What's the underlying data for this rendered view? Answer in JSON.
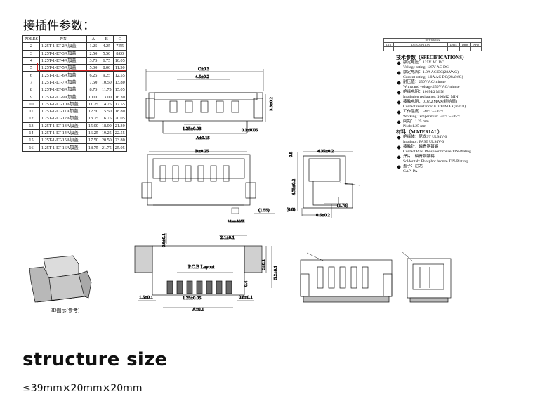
{
  "header": {
    "params_title": "接插件参数："
  },
  "table": {
    "headers": [
      "POLES",
      "P/N",
      "A",
      "B",
      "C"
    ],
    "rows": [
      [
        "2",
        "1.25T-1-LT-2A加盖",
        "1.25",
        "4.25",
        "7.55"
      ],
      [
        "3",
        "1.25T-1-LT-3A加盖",
        "2.50",
        "5.50",
        "8.80"
      ],
      [
        "4",
        "1.25T-1-LT-4A加盖",
        "3.75",
        "6.75",
        "10.05"
      ],
      [
        "5",
        "1.25T-1-LT-5A加盖",
        "5.00",
        "8.00",
        "11.30"
      ],
      [
        "6",
        "1.25T-1-LT-6A加盖",
        "6.25",
        "9.25",
        "12.55"
      ],
      [
        "7",
        "1.25T-1-LT-7A加盖",
        "7.50",
        "10.50",
        "13.80"
      ],
      [
        "8",
        "1.25T-1-LT-8A加盖",
        "8.75",
        "11.75",
        "15.05"
      ],
      [
        "9",
        "1.25T-1-LT-9A加盖",
        "10.00",
        "13.00",
        "16.30"
      ],
      [
        "10",
        "1.25T-1-LT-10A加盖",
        "11.25",
        "14.25",
        "17.55"
      ],
      [
        "11",
        "1.25T-1-LT-11A加盖",
        "12.50",
        "15.50",
        "18.80"
      ],
      [
        "12",
        "1.25T-1-LT-12A加盖",
        "13.75",
        "16.75",
        "20.05"
      ],
      [
        "13",
        "1.25T-1-LT-13A加盖",
        "15.00",
        "18.00",
        "21.30"
      ],
      [
        "14",
        "1.25T-1-LT-14A加盖",
        "16.25",
        "19.25",
        "22.55"
      ],
      [
        "15",
        "1.25T-1-LT-15A加盖",
        "17.50",
        "20.50",
        "23.80"
      ],
      [
        "16",
        "1.25T-1-LT-16A加盖",
        "18.75",
        "21.75",
        "25.05"
      ]
    ],
    "highlight_row": 3
  },
  "revisions": {
    "title": "REVISIONS",
    "cols": [
      "LTR",
      "DESCRIPTION",
      "DATE",
      "DRW",
      "APD"
    ]
  },
  "specs": {
    "title": "技术参数（SPECIFICATIONS）",
    "items": [
      {
        "cn": "额定电压：125V AC DC",
        "en": "Voltage rating: 125V AC DC"
      },
      {
        "cn": "额定电流：1.0A AC DC(28AWG)",
        "en": "Current rating: 1.0A AC DC(28AWG)"
      },
      {
        "cn": "耐压值：250V AC/minute",
        "en": "Withstand voltage:250V AC/minute"
      },
      {
        "cn": "绝缘电阻：100MΩ MIN",
        "en": "Insulation resistance: 100MΩ MIN"
      },
      {
        "cn": "接触电阻：0.02Ω MAX(初始值)",
        "en": "Contact resistance: 0.02Ω MAX(Initial)"
      },
      {
        "cn": "工作温度：-40°C~+85°C",
        "en": "Working Temperature: -40°C~+85°C"
      },
      {
        "cn": "间距：1.25 mm",
        "en": "Pitch:1.25 mm"
      }
    ],
    "material_title": "材料（MATERIAL）",
    "material": [
      {
        "cn": "绝缘体：尼龙9T UL94V-0",
        "en": "Insulator: PA9T UL94V-0"
      },
      {
        "cn": "接触针：磷青铜镀锡",
        "en": "Contact PIN: Phosphor bronze TIN-Plating"
      },
      {
        "cn": "焊片：磷青铜镀锡",
        "en": "Solder tab: Phosphor bronze TIN-Plating"
      },
      {
        "cn": "盖子：尼龙",
        "en": "CAP: PA"
      }
    ]
  },
  "dims": {
    "c": "C±0.3",
    "w45": "4.5±0.2",
    "h33": "3.3±0.2",
    "p125": "1.25±0.08",
    "a015": "A±0.15",
    "t03": "0.3±0.05",
    "b025": "B±0.25",
    "d435": "4.35±0.2",
    "d05": "0.5",
    "d475": "4.75±0.2",
    "d155": "(1.55)",
    "d08": "(0.8)",
    "d06": "0.6±0.2",
    "d178": "(1.78)",
    "max": "0.1mm MAX",
    "d21": "2.1±0.1",
    "d06b": "0.6±0.1",
    "pcb": "P.C.B Layout",
    "d3": "3±0.1",
    "d52": "5.2±0.1",
    "d15": "1.5±0.1",
    "d125b": "1.25±0.05",
    "d08b": "0.8±0.1",
    "a01": "A±0.1",
    "d04": "0.4"
  },
  "caption3d": "3D图示(参考)",
  "structure": {
    "title": "structure size",
    "size": "≤39mm×20mm×20mm"
  }
}
